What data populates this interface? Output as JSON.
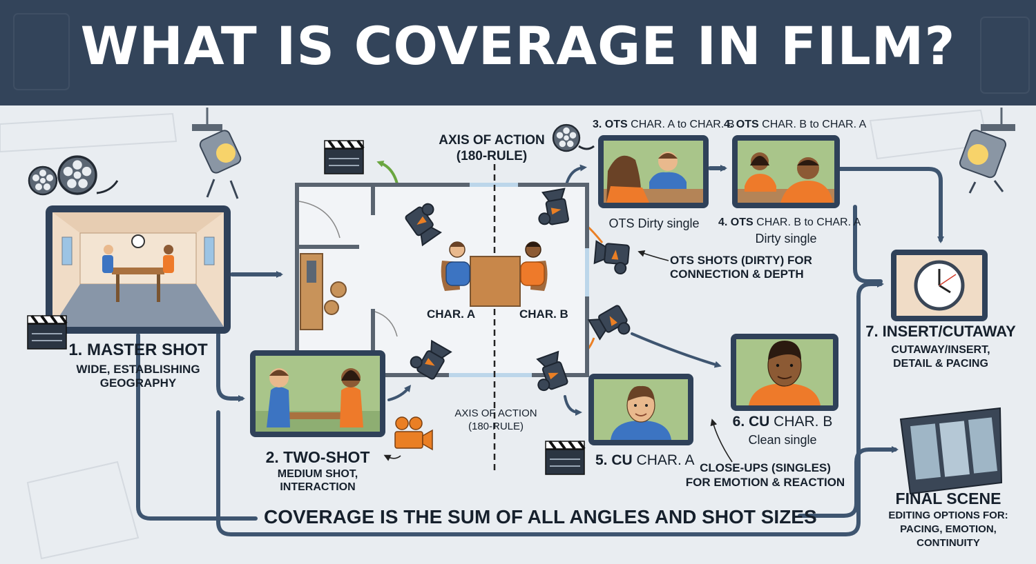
{
  "header": {
    "title": "WHAT IS COVERAGE IN FILM?"
  },
  "axis": {
    "top": "AXIS OF ACTION\n(180-RULE)",
    "bottom": "AXIS OF ACTION\n(180-RULE)"
  },
  "characters": {
    "a": "CHAR. A",
    "b": "CHAR. B"
  },
  "shots": {
    "master": {
      "title": "1. MASTER SHOT",
      "desc": "WIDE, ESTABLISHING\nGEOGRAPHY"
    },
    "two_shot": {
      "title": "2. TWO-SHOT",
      "desc": "MEDIUM SHOT,\nINTERACTION"
    },
    "ots_a": {
      "num": "3. OTS",
      "rest": " CHAR. A to CHAR. B",
      "caption": "OTS Dirty single"
    },
    "ots_b": {
      "num": "4. OTS",
      "rest": " CHAR. B to CHAR. A",
      "caption_num": "4. OTS",
      "caption_rest": " CHAR. B to CHAR. A",
      "caption2": "Dirty single"
    },
    "cu_a": {
      "num": "5. CU",
      "rest": " CHAR. A"
    },
    "cu_b": {
      "num": "6. CU",
      "rest": " CHAR. B",
      "caption": "Clean single"
    },
    "insert": {
      "title": "7. INSERT/CUTAWAY",
      "desc": "CUTAWAY/INSERT,\nDETAIL & PACING"
    },
    "final": {
      "title": "FINAL SCENE",
      "desc": "EDITING OPTIONS FOR:\nPACING, EMOTION,\nCONTINUITY"
    }
  },
  "notes": {
    "ots": "OTS SHOTS (DIRTY) FOR\nCONNECTION & DEPTH",
    "cu": "CLOSE-UPS (SINGLES)\nFOR EMOTION & REACTION"
  },
  "footer": {
    "summary": "COVERAGE IS THE SUM OF ALL ANGLES AND SHOT SIZES"
  },
  "colors": {
    "header_bg": "#33445a",
    "frame": "#2f4159",
    "arrow": "#3e5570",
    "accent_orange": "#ea7f24",
    "accent_green": "#6aa640",
    "char_a_shirt": "#3c74c2",
    "char_b_shirt": "#ee7a2a"
  }
}
